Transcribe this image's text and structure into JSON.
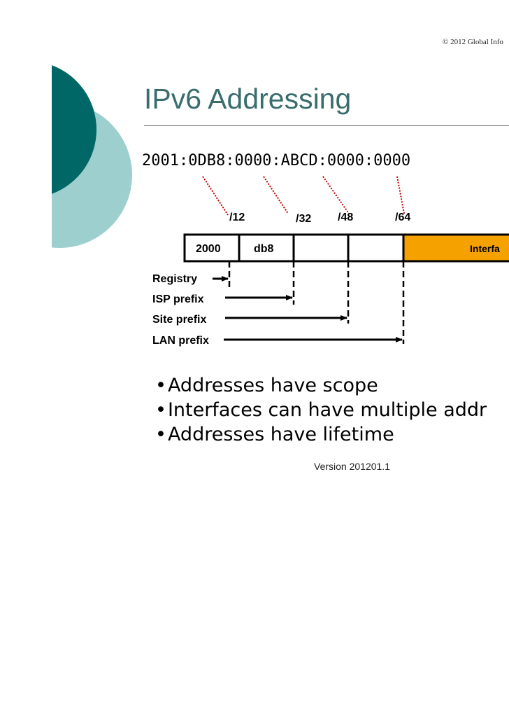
{
  "slide": {
    "copyright": "© 2012 Global Info",
    "title": "IPv6 Addressing",
    "address": "2001:0DB8:0000:ABCD:0000:0000",
    "version": "Version 201201.1"
  },
  "diagram": {
    "prefix_marks": [
      "/12",
      "/32",
      "/48",
      "/64"
    ],
    "fields": [
      "2000",
      "db8",
      "Interfa"
    ],
    "prefix_rows": [
      "Registry",
      "ISP prefix",
      "Site prefix",
      "LAN prefix"
    ],
    "colors": {
      "interface_field": "#f5a100",
      "leader_lines": "#cc0000",
      "accent_dark": "#006666",
      "accent_light": "#9ecfcf"
    }
  },
  "bullets": [
    "Addresses have scope",
    "Interfaces can have multiple addr",
    "Addresses have lifetime"
  ]
}
